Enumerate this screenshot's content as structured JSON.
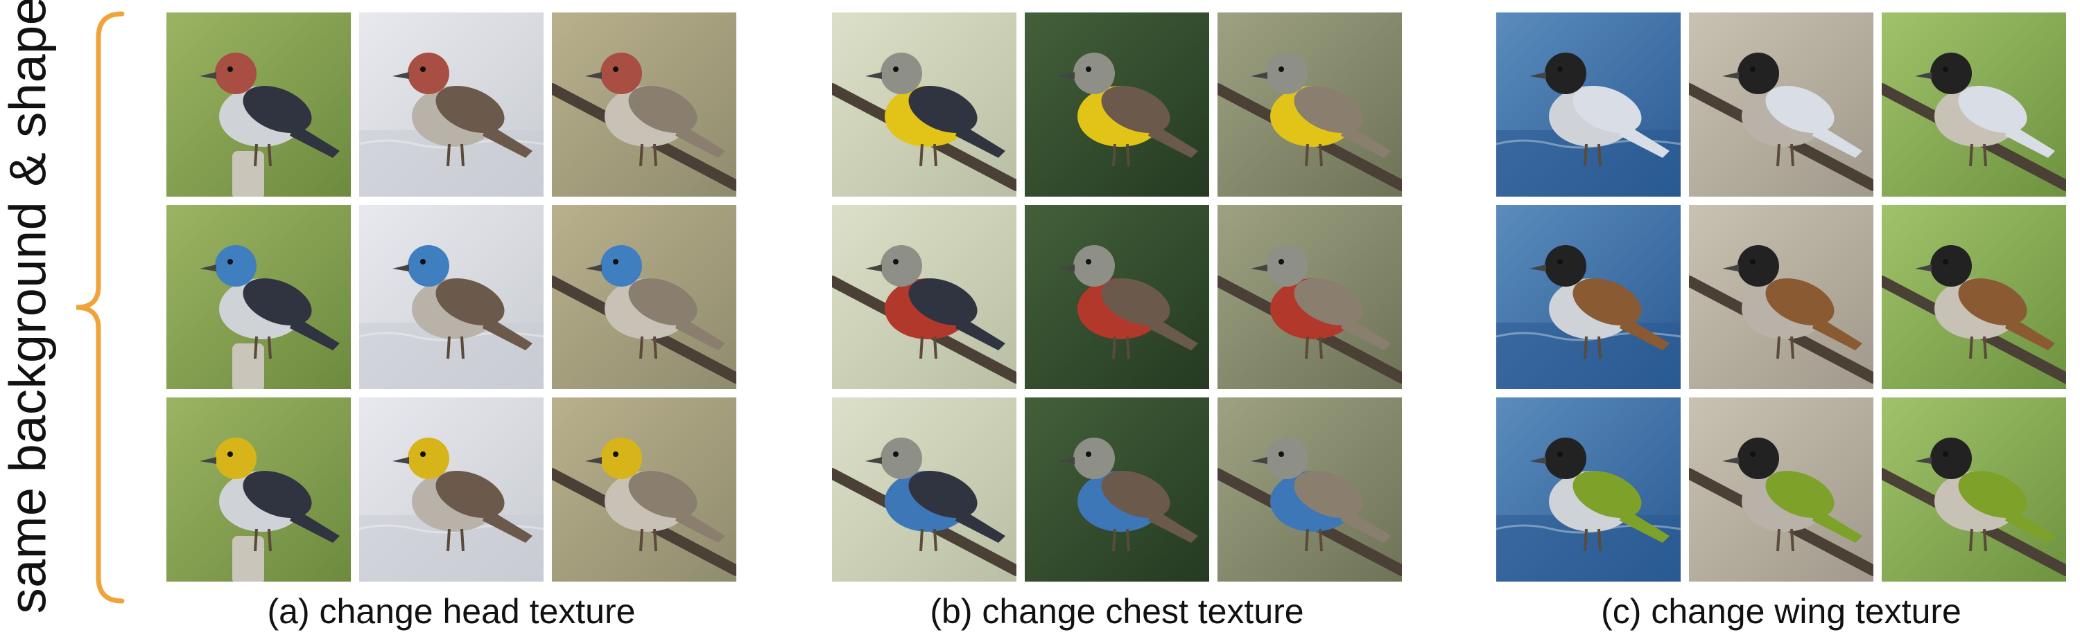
{
  "side_label": "same background & shape",
  "colors": {
    "brace": "#f0a33a"
  },
  "panels": [
    {
      "caption": "(a) change head texture",
      "scenes": [
        {
          "name": "perched-bird-on-stump",
          "bg": "#6d8a3e",
          "bg2": "#9bb463"
        },
        {
          "name": "swimming-bird-pale-water",
          "bg": "#c9ccd3",
          "bg2": "#e8e9ee"
        },
        {
          "name": "small-bird-on-branch-tan",
          "bg": "#8f8c6e",
          "bg2": "#b9b08c"
        }
      ],
      "rows": [
        {
          "variant": "red-head",
          "color": "#a84e43"
        },
        {
          "variant": "blue-head",
          "color": "#3f7fbf"
        },
        {
          "variant": "yellow-head",
          "color": "#d6b41a"
        }
      ]
    },
    {
      "caption": "(b) change chest texture",
      "scenes": [
        {
          "name": "bird-on-dark-branch-light-bg",
          "bg": "#b9bfa4",
          "bg2": "#dde0c8"
        },
        {
          "name": "bird-dark-green-bg",
          "bg": "#253a22",
          "bg2": "#43603a"
        },
        {
          "name": "bird-on-branch-olive-bg",
          "bg": "#6e7358",
          "bg2": "#9ea282"
        }
      ],
      "rows": [
        {
          "variant": "yellow-chest",
          "color": "#e2c318"
        },
        {
          "variant": "red-chest",
          "color": "#b2382b"
        },
        {
          "variant": "blue-chest",
          "color": "#3e77b8"
        }
      ]
    },
    {
      "caption": "(c) change wing texture",
      "scenes": [
        {
          "name": "duck-on-blue-water",
          "bg": "#2a5a92",
          "bg2": "#5b8cbd"
        },
        {
          "name": "orange-bird-on-branch",
          "bg": "#a19a8c",
          "bg2": "#c9c2b2"
        },
        {
          "name": "bird-on-log-green-bg",
          "bg": "#6e9340",
          "bg2": "#a0c26a"
        }
      ],
      "rows": [
        {
          "variant": "white-blue-wing",
          "color": "#d8dde6"
        },
        {
          "variant": "brown-wing",
          "color": "#8a5a32"
        },
        {
          "variant": "green-wing",
          "color": "#7ea12a"
        }
      ]
    }
  ]
}
